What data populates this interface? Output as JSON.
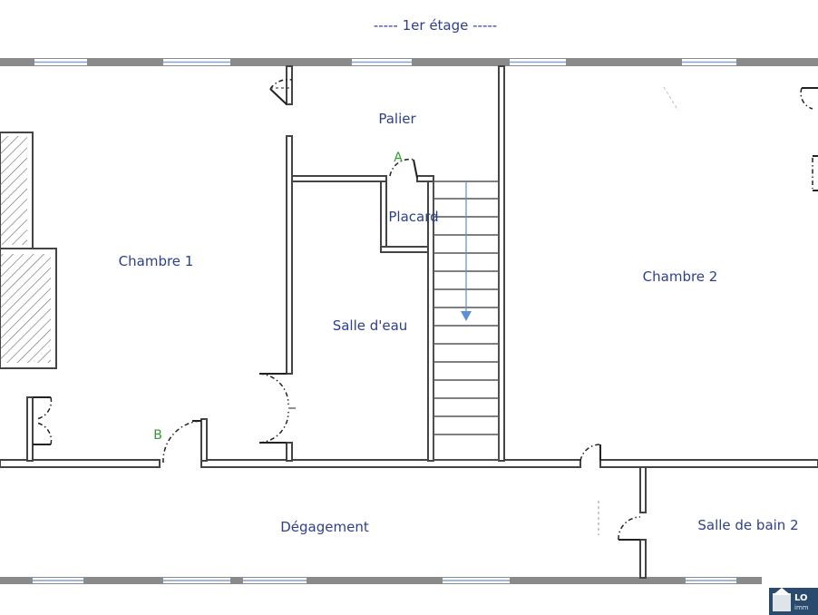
{
  "plan": {
    "title": "-----  1er étage  -----",
    "rooms": {
      "chambre1": "Chambre 1",
      "palier": "Palier",
      "placard": "Placard",
      "salle_eau": "Salle d'eau",
      "chambre2": "Chambre 2",
      "degagement": "Dégagement",
      "salle_bain2": "Salle de bain 2"
    },
    "markers": {
      "a": "A",
      "b": "B"
    },
    "stair_direction": "down"
  },
  "logo": {
    "text": "LO",
    "subtext": "imm"
  },
  "colors": {
    "label": "#2e3f8f",
    "marker": "#2f9b2f",
    "stair_arrow": "#5b8fd6",
    "window": "#7fa6d8",
    "logo_bg": "#2a4a6e"
  }
}
